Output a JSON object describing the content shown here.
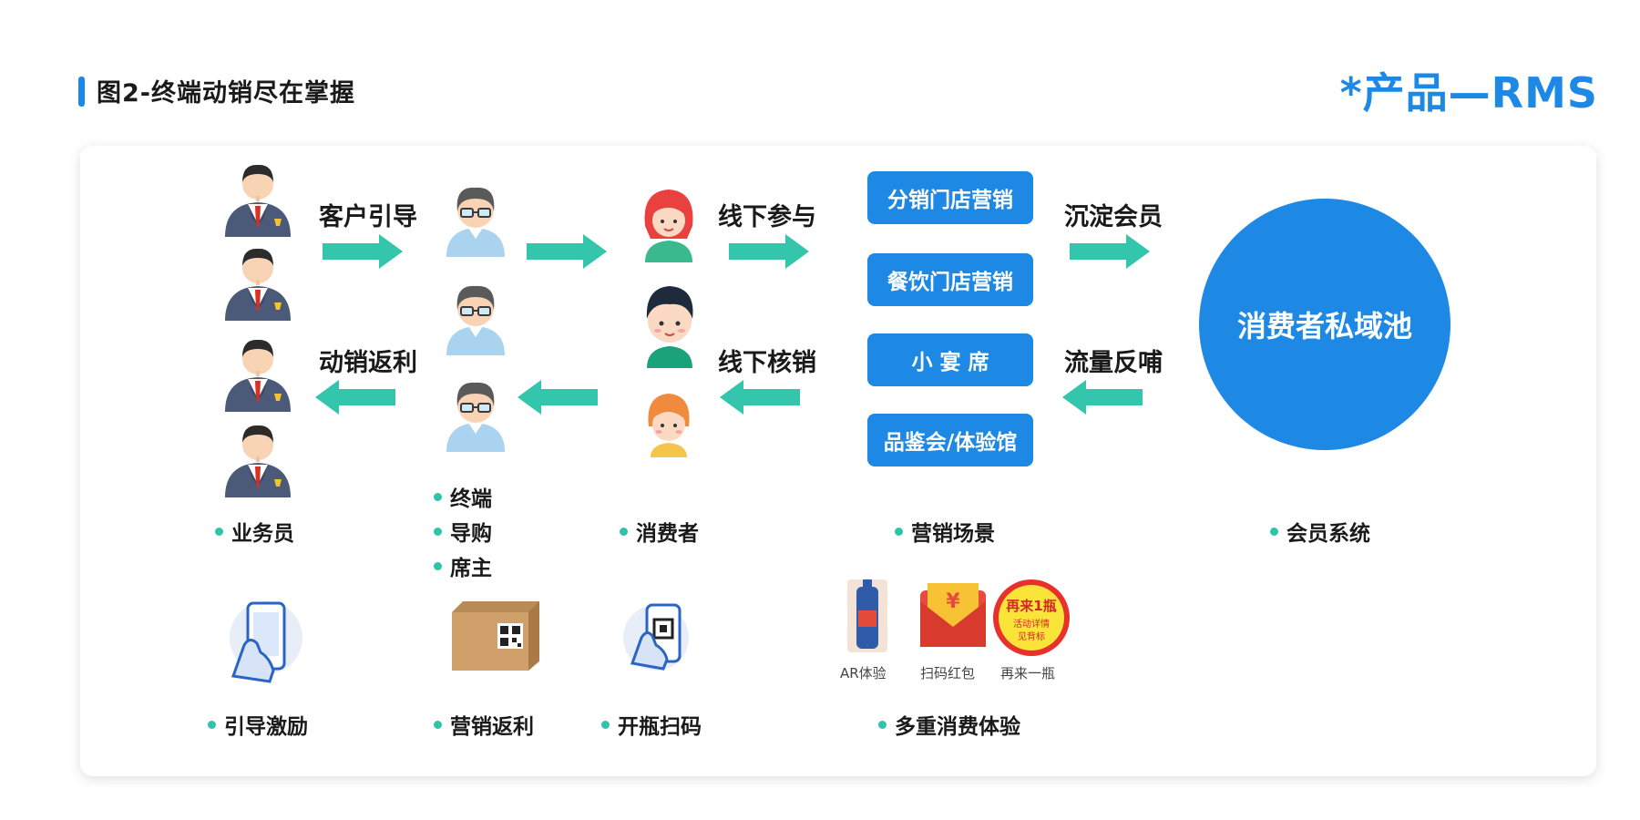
{
  "header": {
    "title": "图2-终端动销尽在掌握",
    "brand": "*产品—RMS"
  },
  "flow": {
    "top_labels": [
      "客户引导",
      "线下参与",
      "沉淀会员"
    ],
    "bottom_labels": [
      "动销返利",
      "线下核销",
      "流量反哺"
    ]
  },
  "scenes": [
    "分销门店营销",
    "餐饮门店营销",
    "小 宴 席",
    "品鉴会/体验馆"
  ],
  "pool": "消费者私域池",
  "roles": {
    "salesman": "业务员",
    "terminal": [
      "终端",
      "导购",
      "席主"
    ],
    "consumer": "消费者",
    "scene": "营销场景",
    "member": "会员系统"
  },
  "tools": {
    "guide": "引导激励",
    "rebate": "营销返利",
    "scan": "开瓶扫码",
    "experience": "多重消费体验"
  },
  "experience_items": {
    "ar": "AR体验",
    "redpacket": "扫码红包",
    "again": "再来一瓶",
    "badge_main": "再来1瓶",
    "badge_sub1": "活动详情",
    "badge_sub2": "见背标"
  },
  "colors": {
    "accent": "#1e88e5",
    "arrow": "#33c6ad",
    "bullet": "#2ec4a7"
  }
}
